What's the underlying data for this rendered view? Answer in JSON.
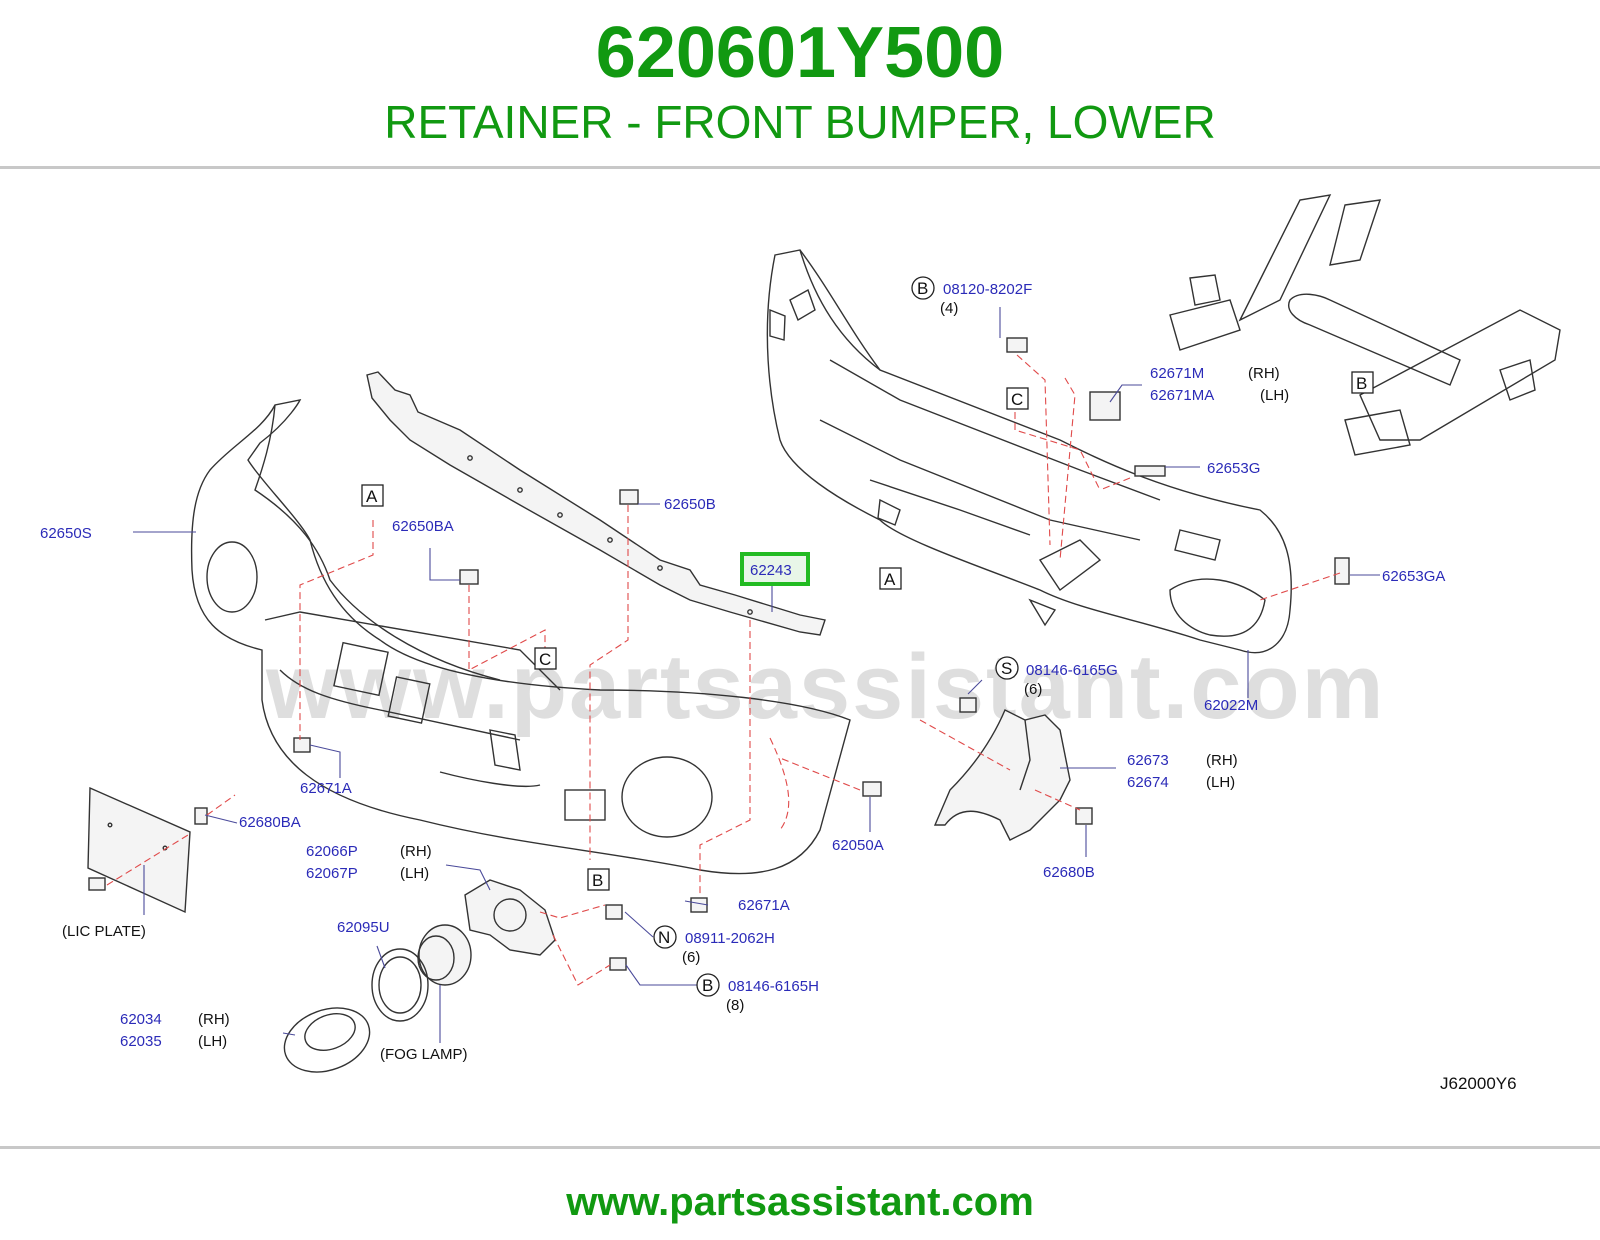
{
  "header": {
    "part_number": "620601Y500",
    "title": "RETAINER - FRONT BUMPER, LOWER"
  },
  "footer": {
    "website": "www.partsassistant.com"
  },
  "watermark": "www.partsassistant.com",
  "diagram_code": "J62000Y6",
  "highlight_color": "#22bb22",
  "brand_color": "#119911",
  "callouts": {
    "p62650S": "62650S",
    "p62650BA": "62650BA",
    "p62650B": "62650B",
    "p62243": "62243",
    "p08120": "08120-8202F",
    "p08120_qty": "(4)",
    "p62671M": "62671M",
    "p62671M_side": "(RH)",
    "p62671MA": "62671MA",
    "p62671MA_side": "(LH)",
    "p62653G": "62653G",
    "p62653GA": "62653GA",
    "p62022M": "62022M",
    "p08146G": "08146-6165G",
    "p08146G_qty": "(6)",
    "p62673": "62673",
    "p62673_side": "(RH)",
    "p62674": "62674",
    "p62674_side": "(LH)",
    "p62050A": "62050A",
    "p62680B": "62680B",
    "p62671A_upper": "62671A",
    "p62680BA": "62680BA",
    "p62066P": "62066P",
    "p62066P_side": "(RH)",
    "p62067P": "62067P",
    "p62067P_side": "(LH)",
    "p62671A_lower": "62671A",
    "p08911": "08911-2062H",
    "p08911_qty": "(6)",
    "p08146H": "08146-6165H",
    "p08146H_qty": "(8)",
    "p62095U": "62095U",
    "p62034": "62034",
    "p62034_side": "(RH)",
    "p62035": "62035",
    "p62035_side": "(LH)",
    "lic_plate": "(LIC   PLATE)",
    "fog_lamp": "(FOG   LAMP)"
  },
  "ref_marks": {
    "A": "A",
    "B": "B",
    "C": "C",
    "N": "N",
    "S": "S"
  }
}
